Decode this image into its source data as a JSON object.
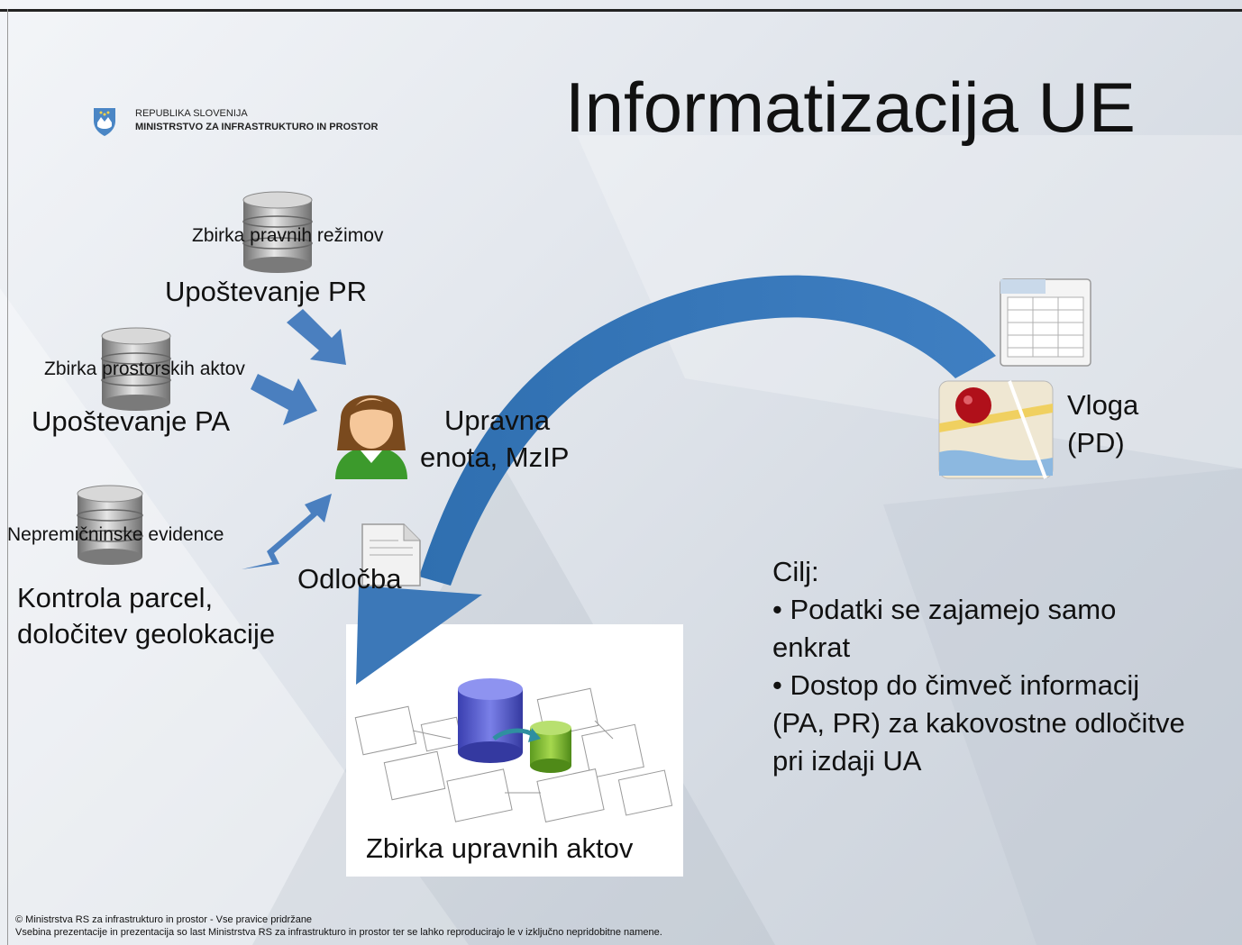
{
  "title": "Informatizacija UE",
  "logo": {
    "line1": "REPUBLIKA SLOVENIJA",
    "line2": "MINISTRSTVO ZA INFRASTRUKTURO IN PROSTOR",
    "icon": "coat-of-arms-icon"
  },
  "sources": [
    {
      "db_label": "Zbirka pravnih režimov",
      "action_label": "Upoštevanje PR"
    },
    {
      "db_label": "Zbirka prostorskih aktov",
      "action_label": "Upoštevanje PA"
    },
    {
      "db_label": "Nepremičninske evidence",
      "action_label_line1": "Kontrola parcel,",
      "action_label_line2": "določitev geolokacije"
    }
  ],
  "center": {
    "line1": "Upravna",
    "line2": "enota, MzIP",
    "icon": "person-icon"
  },
  "document_label": "Odločba",
  "application": {
    "line1": "Vloga",
    "line2": "(PD)",
    "icons": [
      "spreadsheet-icon",
      "map-pin-icon"
    ]
  },
  "collection_label": "Zbirka upravnih aktov",
  "goal": {
    "heading": "Cilj:",
    "bullet1_line1": "• Podatki se zajamejo samo",
    "bullet1_line2": "enkrat",
    "bullet2_line1": "• Dostop do čimveč informacij",
    "bullet2_line2": "(PA, PR) za kakovostne odločitve",
    "bullet2_line3": "pri izdaji UA"
  },
  "footer": {
    "line1": "© Ministrstva RS za infrastrukturo in prostor - Vse pravice pridržane",
    "line2": "Vsebina prezentacije in prezentacija so last Ministrstva RS za infrastrukturo in prostor ter se lahko reproducirajo le v izključno nepridobitne namene."
  },
  "colors": {
    "arrow_blue": "#3f78b5",
    "arrow_blue_dark": "#2f5f96",
    "db_gray": "#8c8c8c",
    "pin_red": "#b0101a",
    "person_green": "#3c9a2c"
  }
}
